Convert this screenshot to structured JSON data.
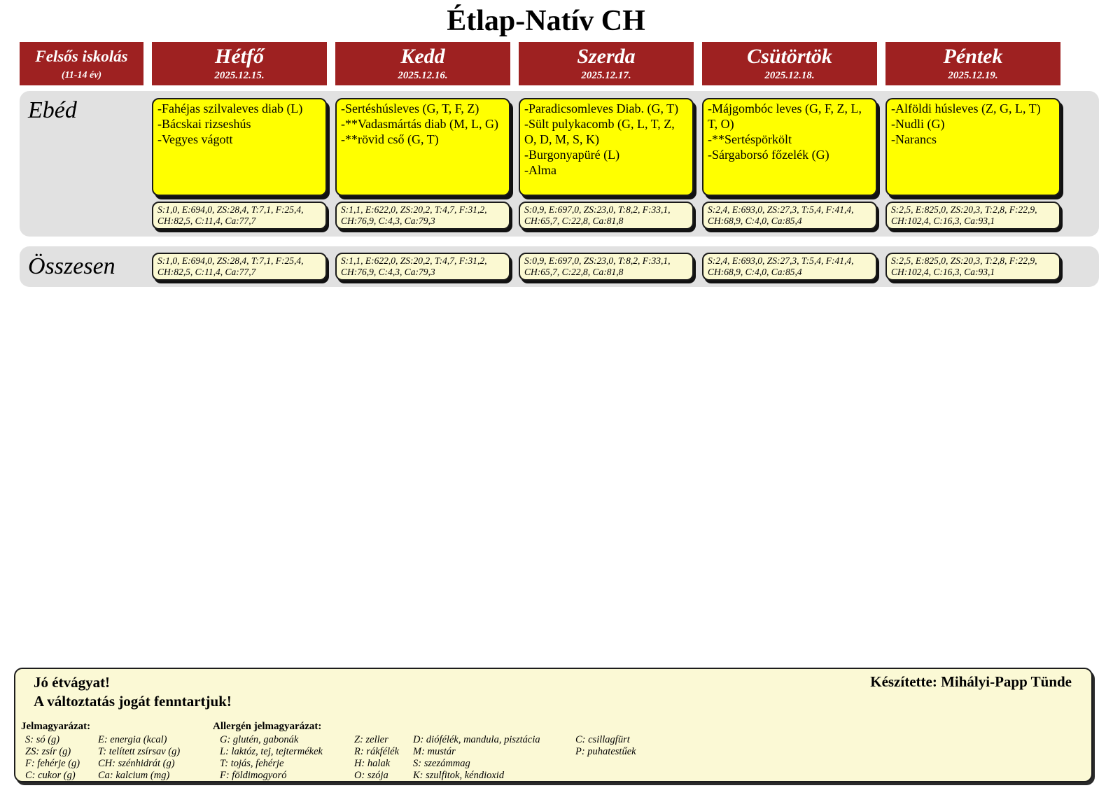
{
  "title": "Étlap-Natív CH",
  "colors": {
    "header_red": "#9E2121",
    "menu_yellow": "#FFFF00",
    "nutrition_cream": "#FBF9D2",
    "row_grey": "#E1E1E1",
    "footer_cream": "#FBF9D5"
  },
  "group": {
    "label": "Felsős iskolás",
    "age": "(11-14 év)"
  },
  "rows": {
    "lunch_label": "Ebéd",
    "total_label": "Összesen"
  },
  "days": [
    {
      "name": "Hétfő",
      "date": "2025.12.15.",
      "menu": [
        "-Fahéjas szilvaleves diab (L)",
        "-Bácskai rizseshús",
        "-Vegyes vágott"
      ],
      "nutrition": "S:1,0, E:694,0, ZS:28,4, T:7,1, F:25,4, CH:82,5, C:11,4, Ca:77,7",
      "total": "S:1,0, E:694,0, ZS:28,4, T:7,1, F:25,4, CH:82,5, C:11,4, Ca:77,7"
    },
    {
      "name": "Kedd",
      "date": "2025.12.16.",
      "menu": [
        "-Sertéshúsleves (G, T, F, Z)",
        "-**Vadasmártás diab (M, L, G)",
        "-**rövid cső (G, T)"
      ],
      "nutrition": "S:1,1, E:622,0, ZS:20,2, T:4,7, F:31,2, CH:76,9, C:4,3, Ca:79,3",
      "total": "S:1,1, E:622,0, ZS:20,2, T:4,7, F:31,2, CH:76,9, C:4,3, Ca:79,3"
    },
    {
      "name": "Szerda",
      "date": "2025.12.17.",
      "menu": [
        "-Paradicsomleves Diab. (G, T)",
        "-Sült pulykacomb (G, L, T, Z, O, D, M, S, K)",
        "-Burgonyapüré (L)",
        "-Alma"
      ],
      "nutrition": "S:0,9, E:697,0, ZS:23,0, T:8,2, F:33,1, CH:65,7, C:22,8, Ca:81,8",
      "total": "S:0,9, E:697,0, ZS:23,0, T:8,2, F:33,1, CH:65,7, C:22,8, Ca:81,8"
    },
    {
      "name": "Csütörtök",
      "date": "2025.12.18.",
      "menu": [
        "-Májgombóc leves (G, F, Z, L, T, O)",
        "-**Sertéspörkölt",
        "-Sárgaborsó főzelék (G)"
      ],
      "nutrition": "S:2,4, E:693,0, ZS:27,3, T:5,4, F:41,4, CH:68,9, C:4,0, Ca:85,4",
      "total": "S:2,4, E:693,0, ZS:27,3, T:5,4, F:41,4, CH:68,9, C:4,0, Ca:85,4"
    },
    {
      "name": "Péntek",
      "date": "2025.12.19.",
      "menu": [
        "-Alföldi húsleves (Z, G, L, T)",
        "-Nudli (G)",
        "-Narancs"
      ],
      "nutrition": "S:2,5, E:825,0, ZS:20,3, T:2,8, F:22,9, CH:102,4, C:16,3, Ca:93,1",
      "total": "S:2,5, E:825,0, ZS:20,3, T:2,8, F:22,9, CH:102,4, C:16,3, Ca:93,1"
    }
  ],
  "footer": {
    "bon_appetit": "Jó étvágyat!",
    "rights": "A változtatás jogát fenntartjuk!",
    "made_by": "Készítette: Mihályi-Papp Tünde",
    "legend_title": "Jelmagyarázat:",
    "allergen_title": "Allergén jelmagyarázat:",
    "legend_cols": [
      [
        "S: só (g)",
        "ZS: zsír (g)",
        "F: fehérje (g)",
        "C: cukor (g)"
      ],
      [
        "E: energia (kcal)",
        "T: telített zsírsav (g)",
        "CH: szénhidrát (g)",
        "Ca: kalcium (mg)"
      ],
      [
        "G: glutén, gabonák",
        "L: laktóz, tej, tejtermékek",
        "T: tojás, fehérje",
        "F: földimogyoró"
      ],
      [
        "Z: zeller",
        "R: rákfélék",
        "H: halak",
        "O: szója"
      ],
      [
        "D: diófélék, mandula, pisztácia",
        "M: mustár",
        "S: szezámmag",
        "K: szulfitok, kéndioxid"
      ],
      [
        "C: csillagfürt",
        "P: puhatestűek"
      ]
    ]
  }
}
